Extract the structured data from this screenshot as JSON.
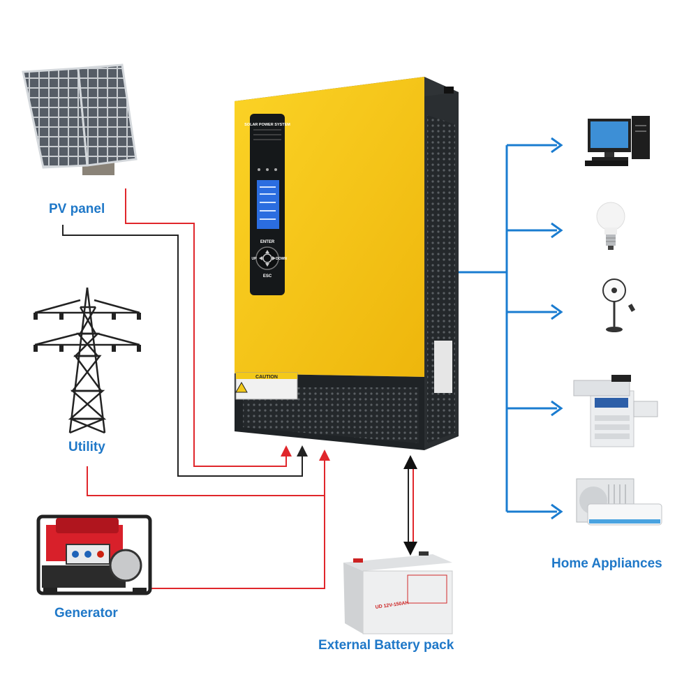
{
  "labels": {
    "pv_panel": "PV panel",
    "utility": "Utility",
    "generator": "Generator",
    "battery": "External Battery pack",
    "home_appliances": "Home Appliances"
  },
  "inverter": {
    "header": "SOLAR POWER SYSTEM",
    "enter": "ENTER",
    "esc": "ESC",
    "up": "UP",
    "down": "DOWN",
    "caution": "CAUTION"
  },
  "battery_text": {
    "model": "UD 12V-150AH"
  },
  "colors": {
    "label_blue": "#1f78c8",
    "ac_line_blue": "#1a7cd0",
    "pv_positive_red": "#e0262b",
    "negative_black": "#222222",
    "inverter_yellow": "#f5c517",
    "inverter_dark": "#1f2326"
  },
  "icons": {
    "pv": "solar-panel-icon",
    "utility": "power-pylon-icon",
    "generator": "generator-icon",
    "battery": "battery-icon",
    "appliances": [
      "computer-icon",
      "light-bulb-icon",
      "fan-icon",
      "printer-icon",
      "air-conditioner-icon"
    ]
  }
}
